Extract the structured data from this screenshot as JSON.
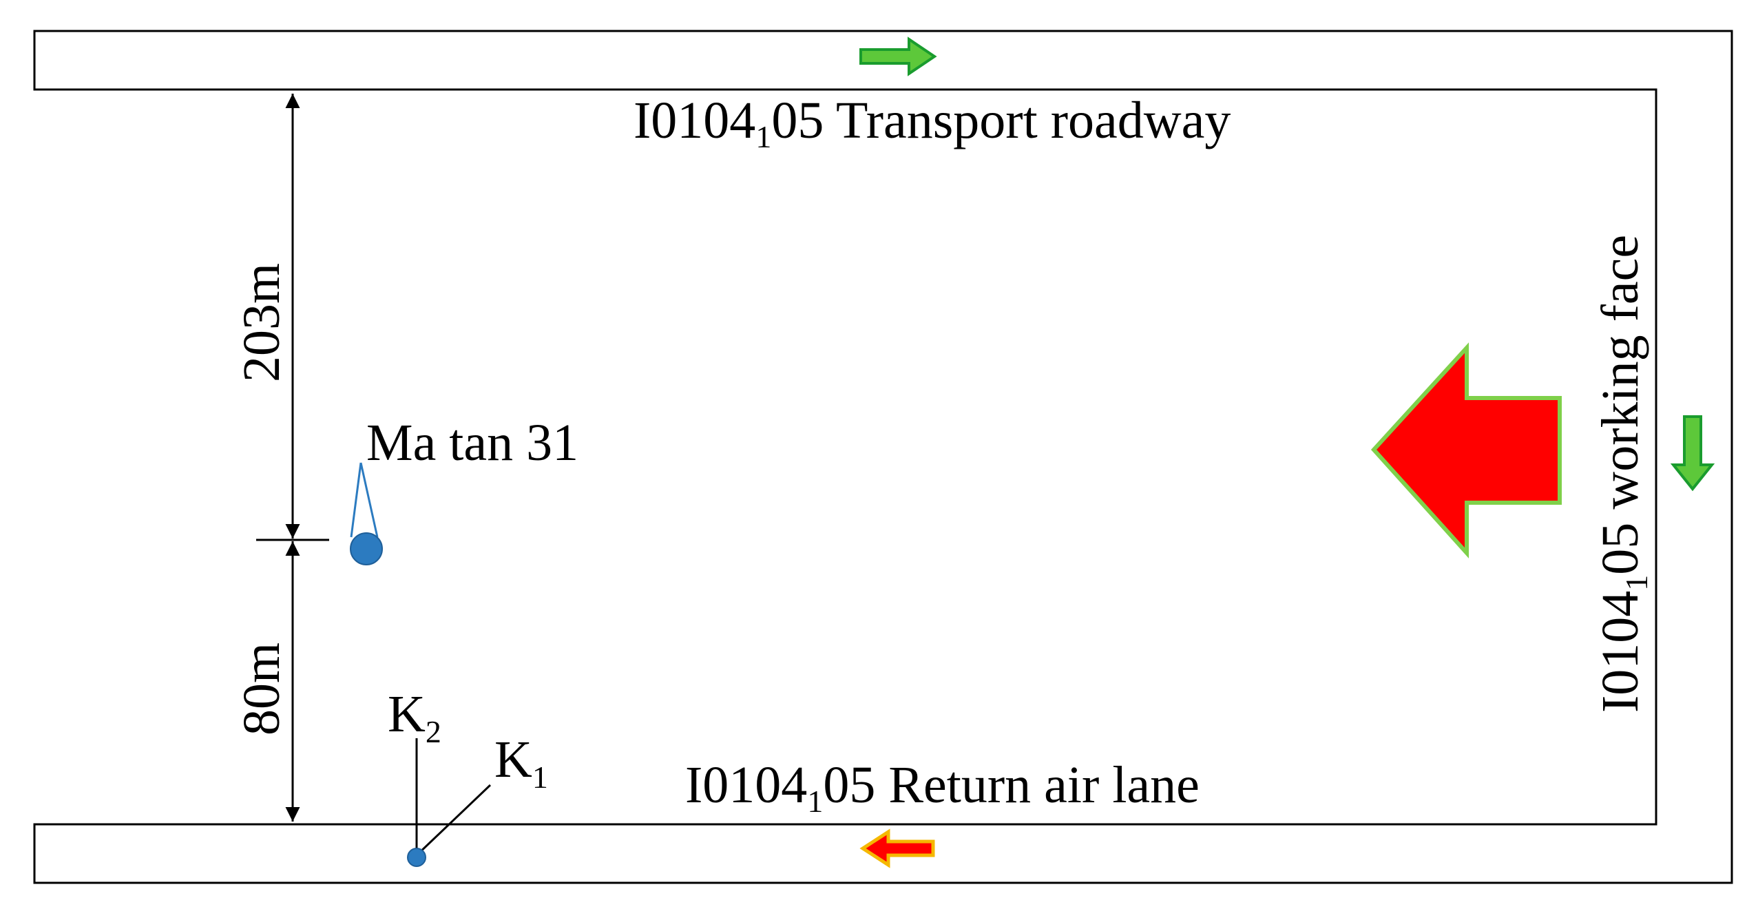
{
  "roads": {
    "transport": {
      "prefix": "I0104",
      "sub": "1",
      "suffix": "05 Transport roadway"
    },
    "return_air": {
      "prefix": "I0104",
      "sub": "1",
      "suffix": "05 Return air lane"
    },
    "working_face": {
      "prefix": "I0104",
      "sub": "1",
      "suffix": "05 working face"
    }
  },
  "dimensions": {
    "upper": "203m",
    "lower": "80m"
  },
  "borehole": {
    "label": "Ma tan 31"
  },
  "points": {
    "k2": {
      "main": "K",
      "sub": "2"
    },
    "k1": {
      "main": "K",
      "sub": "1"
    }
  },
  "colors": {
    "airflow_arrow_fill": "#5dc83a",
    "airflow_arrow_stroke": "#1a9c2e",
    "return_arrow_fill": "#ff0000",
    "return_arrow_stroke": "#f5b800",
    "advance_arrow_fill": "#ff0000",
    "advance_arrow_stroke": "#7fd04a",
    "marker": "#2c7bc0",
    "line": "#000000"
  },
  "icons": {
    "airflow_right": "arrow-right-icon",
    "airflow_down": "arrow-down-icon",
    "airflow_left": "arrow-left-icon",
    "advance": "big-arrow-left-icon"
  }
}
